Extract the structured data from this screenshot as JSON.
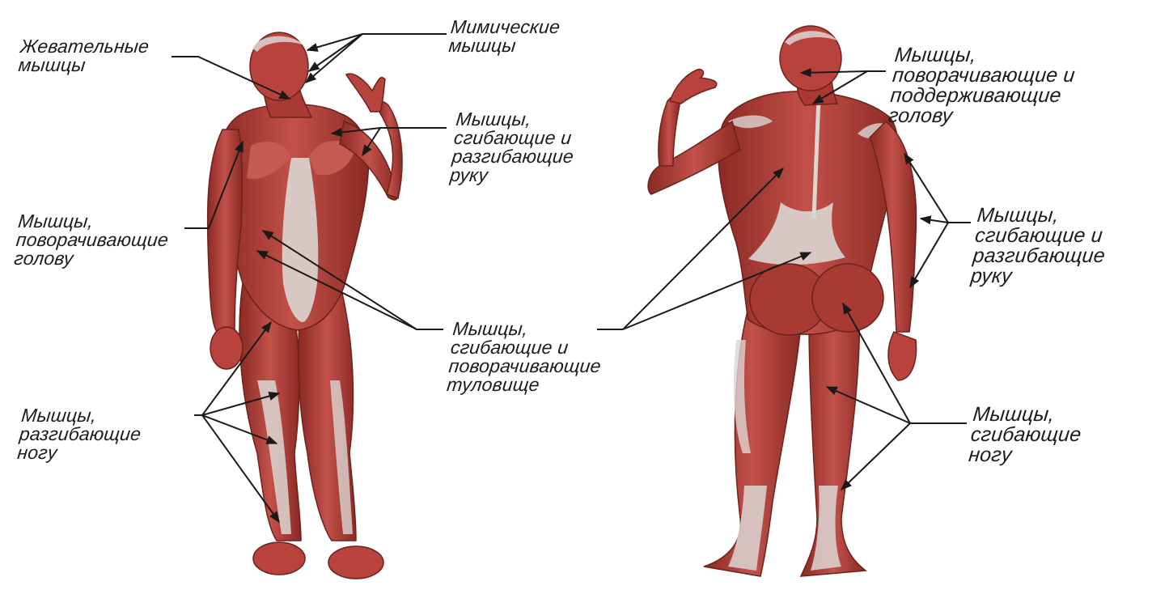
{
  "labels": {
    "chewing": [
      "Жевательные",
      "мышцы"
    ],
    "mimic": [
      "Мимические",
      "мышцы"
    ],
    "arm_front": [
      "Мышцы,",
      "сгибающие  и",
      "разгибающие",
      "руку"
    ],
    "head_front": [
      "Мышцы,",
      "поворачивающие",
      "голову"
    ],
    "trunk": [
      "Мышцы,",
      "сгибающие  и",
      "поворачивающие",
      "туловище"
    ],
    "leg_ext": [
      "Мышцы,",
      "разгибающие",
      "ногу"
    ],
    "head_back": [
      "Мышцы,",
      "поворачивающие  и",
      "поддерживающие",
      "голову"
    ],
    "arm_back": [
      "Мышцы,",
      "сгибающие  и",
      "разгибающие",
      "руку"
    ],
    "leg_flex": [
      "Мышцы,",
      "сгибающие",
      "ногу"
    ]
  },
  "colors": {
    "background": "#ffffff",
    "muscle": "#b8433c",
    "muscle_dark": "#7e2620",
    "muscle_light": "#d9776c",
    "tendon": "#dcd6d3",
    "leader_line": "#1a1a1a",
    "text": "#1c1c1c"
  }
}
